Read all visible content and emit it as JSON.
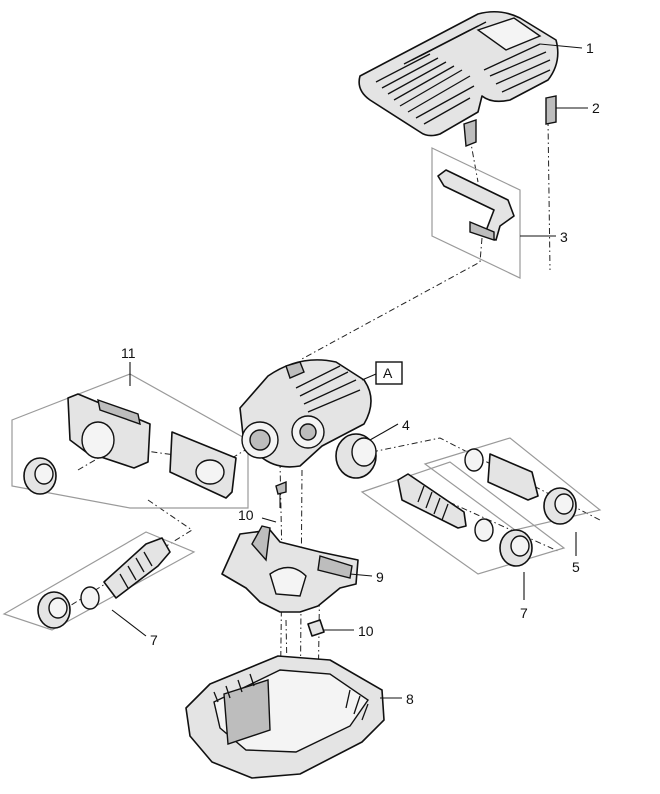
{
  "diagram": {
    "callouts": [
      {
        "id": "c1",
        "text": "1"
      },
      {
        "id": "c2",
        "text": "2"
      },
      {
        "id": "c3",
        "text": "3"
      },
      {
        "id": "c4",
        "text": "4"
      },
      {
        "id": "c5",
        "text": "5"
      },
      {
        "id": "c7a",
        "text": "7"
      },
      {
        "id": "c7b",
        "text": "7"
      },
      {
        "id": "c8",
        "text": "8"
      },
      {
        "id": "c9",
        "text": "9"
      },
      {
        "id": "c10a",
        "text": "10"
      },
      {
        "id": "c10b",
        "text": "10"
      },
      {
        "id": "c11",
        "text": "11"
      }
    ],
    "reference_box": {
      "text": "A"
    }
  }
}
